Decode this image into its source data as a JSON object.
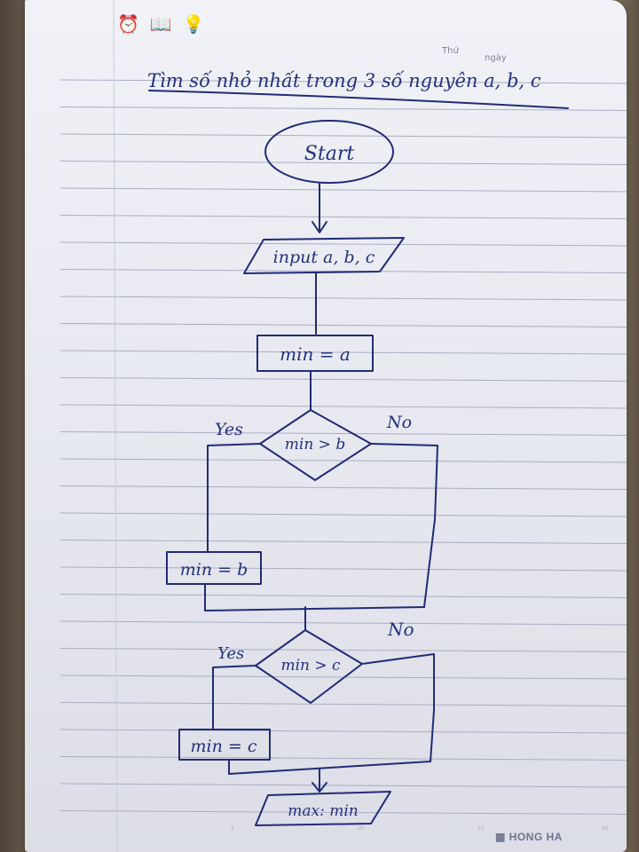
{
  "header": {
    "icons": [
      "alarm-clock-icon",
      "open-book-icon",
      "light-bulb-icon"
    ],
    "day_label": "Thứ",
    "date_label": "ngày"
  },
  "title": "Tìm số nhỏ nhất trong 3 số nguyên a, b, c",
  "flowchart": {
    "start": "Start",
    "input": "input a, b, c",
    "init": "min = a",
    "decision1": "min > b",
    "decision1_yes": "Yes",
    "decision1_no": "No",
    "assign1": "min = b",
    "decision2": "min > c",
    "decision2_yes": "Yes",
    "decision2_no": "No",
    "assign2": "min = c",
    "output": "max: min"
  },
  "footer": {
    "brand": "HONG HA",
    "ticks": [
      "5",
      "10",
      "15",
      "20"
    ]
  },
  "colors": {
    "ink": "#1f2c78",
    "paper": "#eceef4",
    "ruled_line": "#a9adc2"
  }
}
